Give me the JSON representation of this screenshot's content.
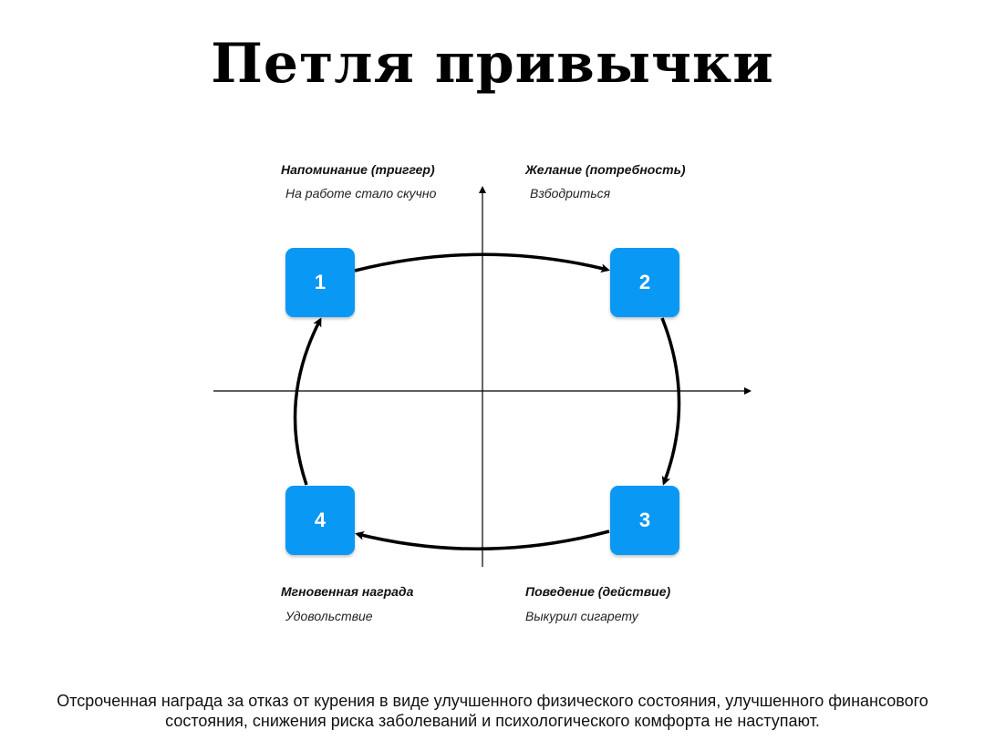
{
  "title": "Петля привычки",
  "steps": [
    {
      "number": "1",
      "label": "Напоминание (триггер)",
      "value": "На работе стало скучно"
    },
    {
      "number": "2",
      "label": "Желание (потребность)",
      "value": "Взбодриться"
    },
    {
      "number": "3",
      "label": "Поведение (действие)",
      "value": "Выкурил сигарету"
    },
    {
      "number": "4",
      "label": "Мгновенная награда",
      "value": "Удовольствие"
    }
  ],
  "footer": "Отсроченная награда за отказ от курения в виде улучшенного физического состояния, улучшенного финансового состояния, снижения риска заболеваний и психологического комфорта не наступают.",
  "colors": {
    "node_fill": "#0a98f5",
    "node_text": "#ffffff",
    "arrow": "#000000"
  }
}
